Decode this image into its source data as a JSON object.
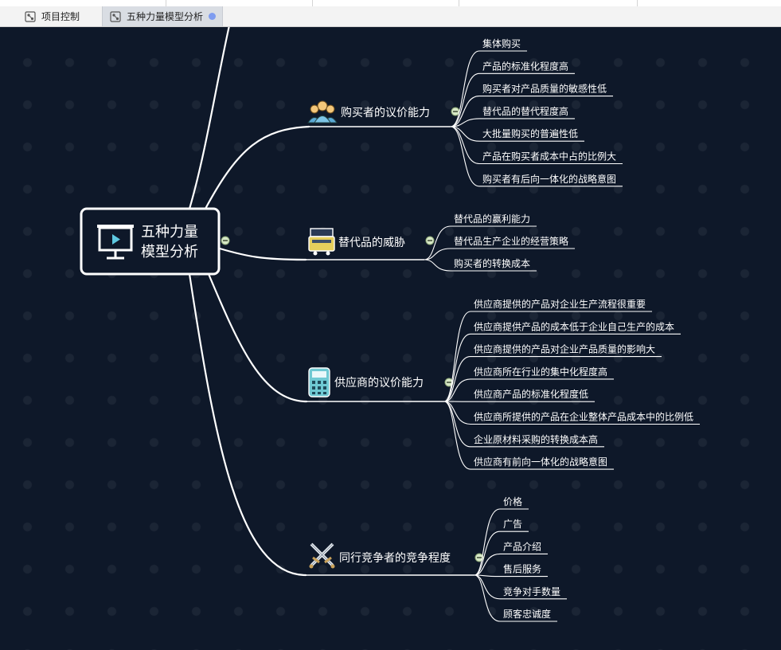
{
  "tabs": [
    {
      "label": "项目控制",
      "icon": "mindmap-doc-icon"
    },
    {
      "label": "五种力量模型分析",
      "icon": "mindmap-doc-icon",
      "unsaved_dot": true
    }
  ],
  "colors": {
    "canvas_bg": "#0e1829",
    "line": "#ffffff",
    "text": "#ffffff",
    "collapse_toggle": "#d7e8c7",
    "unsaved_dot": "#7e9cf0"
  },
  "mindmap": {
    "root": {
      "line1": "五种力量",
      "line2": "模型分析",
      "icon": "presentation-board-icon"
    },
    "branches": [
      {
        "label": "购买者的议价能力",
        "icon": "people-group-icon",
        "children": [
          "集体购买",
          "产品的标准化程度高",
          "购买者对产品质量的敏感性低",
          "替代品的替代程度高",
          "大批量购买的普遍性低",
          "产品在购买者成本中占的比例大",
          "购买者有后向一体化的战略意图"
        ]
      },
      {
        "label": "替代品的威胁",
        "icon": "cash-register-icon",
        "children": [
          "替代品的赢利能力",
          "替代品生产企业的经营策略",
          "购买者的转换成本"
        ]
      },
      {
        "label": "供应商的议价能力",
        "icon": "calculator-icon",
        "children": [
          "供应商提供的产品对企业生产流程很重要",
          "供应商提供产品的成本低于企业自己生产的成本",
          "供应商提供的产品对企业产品质量的影响大",
          "供应商所在行业的集中化程度高",
          "供应商产品的标准化程度低",
          "供应商所提供的产品在企业整体产品成本中的比例低",
          "企业原材料采购的转换成本高",
          "供应商有前向一体化的战略意图"
        ]
      },
      {
        "label": "同行竞争者的竞争程度",
        "icon": "crossed-swords-icon",
        "children": [
          "价格",
          "广告",
          "产品介绍",
          "售后服务",
          "竞争对手数量",
          "顾客忠诚度"
        ]
      }
    ]
  }
}
